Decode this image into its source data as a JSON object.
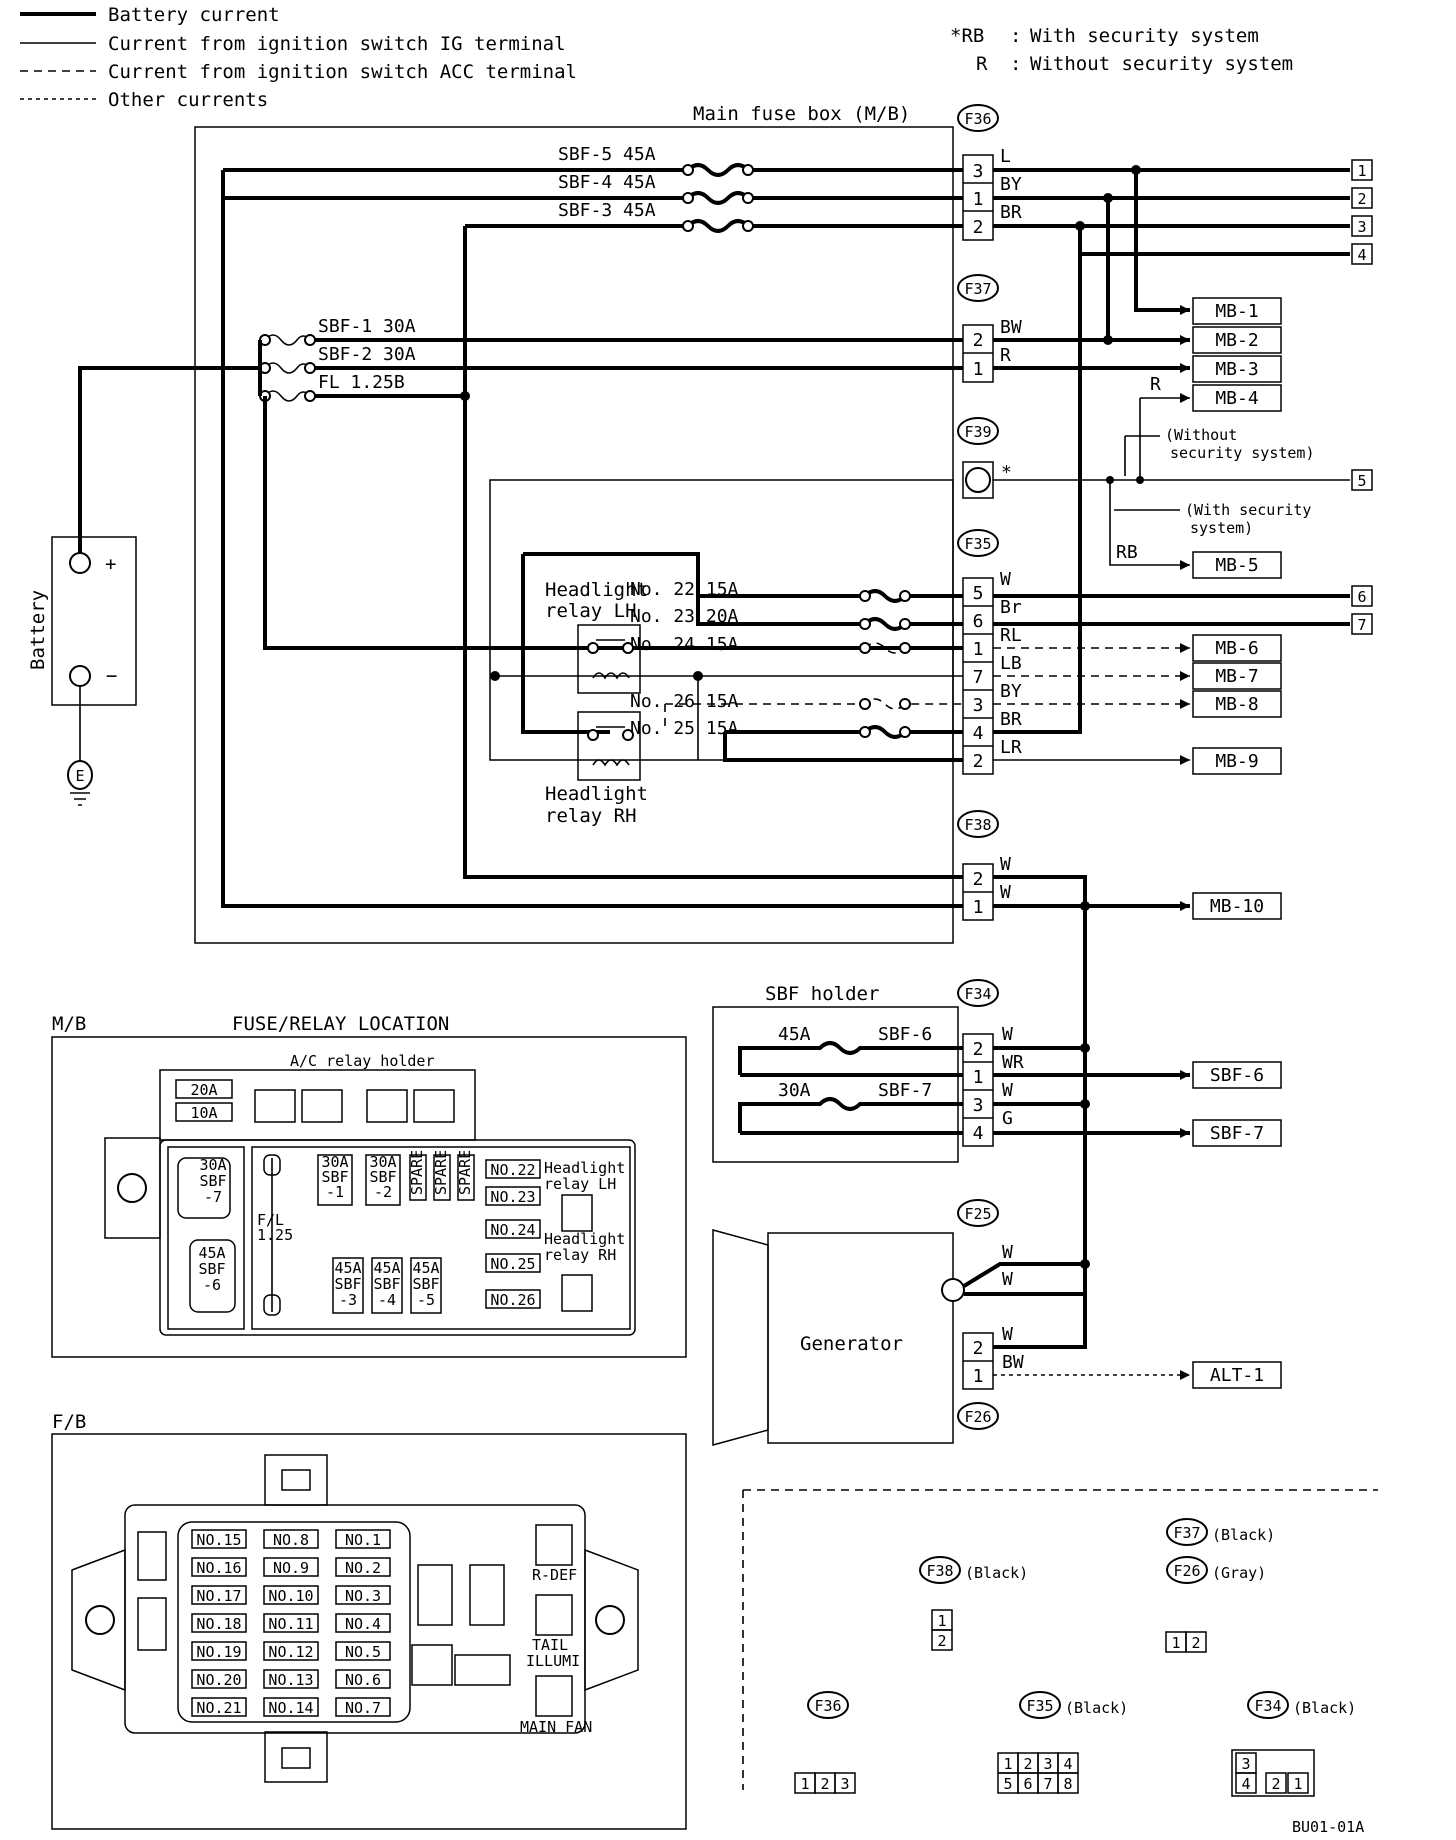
{
  "legend": [
    {
      "label": "Battery current"
    },
    {
      "label": "Current from ignition switch IG terminal"
    },
    {
      "label": "Current from ignition switch ACC terminal"
    },
    {
      "label": "Other currents"
    }
  ],
  "notes": [
    {
      "key": "*RB",
      "sep": ":",
      "text": "With security system"
    },
    {
      "key": "R",
      "sep": ":",
      "text": "Without security system"
    }
  ],
  "main_fuse_box_label": "Main fuse box (M/B)",
  "sbf_main": [
    "SBF-5 45A",
    "SBF-4 45A",
    "SBF-3 45A"
  ],
  "sbf_left": [
    "SBF-1 30A",
    "SBF-2 30A",
    "FL 1.25B"
  ],
  "battery": {
    "label": "Battery",
    "plus": "+",
    "minus": "−",
    "ground": "E"
  },
  "connectors": {
    "f36": "F36",
    "f37": "F37",
    "f39": "F39",
    "f35": "F35",
    "f38": "F38",
    "f34": "F34",
    "f25": "F25",
    "f26": "F26"
  },
  "f36_pins": [
    {
      "pin": "3",
      "color": "L"
    },
    {
      "pin": "1",
      "color": "BY"
    },
    {
      "pin": "2",
      "color": "BR"
    }
  ],
  "f37_pins": [
    {
      "pin": "2",
      "color": "BW"
    },
    {
      "pin": "1",
      "color": "R"
    }
  ],
  "f39_mark": "*",
  "f35_pins": [
    {
      "pin": "5",
      "color": "W"
    },
    {
      "pin": "6",
      "color": "Br"
    },
    {
      "pin": "1",
      "color": "RL"
    },
    {
      "pin": "7",
      "color": "LB"
    },
    {
      "pin": "3",
      "color": "BY"
    },
    {
      "pin": "4",
      "color": "BR"
    },
    {
      "pin": "2",
      "color": "LR"
    }
  ],
  "f38_pins": [
    {
      "pin": "2",
      "color": "W"
    },
    {
      "pin": "1",
      "color": "W"
    }
  ],
  "relay_fuses": [
    "No. 22 15A",
    "No. 23 20A",
    "No. 24 15A",
    "No. 26 15A",
    "No. 25 15A"
  ],
  "relays": {
    "lh": [
      "Headlight",
      "relay LH"
    ],
    "rh": [
      "Headlight",
      "relay RH"
    ]
  },
  "outputs": [
    "1",
    "2",
    "3",
    "4",
    "5",
    "6",
    "7"
  ],
  "mb_terminals": [
    "MB-1",
    "MB-2",
    "MB-3",
    "MB-4",
    "MB-5",
    "MB-6",
    "MB-7",
    "MB-8",
    "MB-9",
    "MB-10"
  ],
  "r_label": "R",
  "rb_label": "RB",
  "without_security": [
    "(Without",
    "security system)"
  ],
  "with_security": [
    "(With security",
    "system)"
  ],
  "sbf_holder": {
    "label": "SBF holder",
    "fuses": [
      {
        "rating": "45A",
        "name": "SBF-6"
      },
      {
        "rating": "30A",
        "name": "SBF-7"
      }
    ],
    "pins": [
      {
        "pin": "2",
        "color": "W"
      },
      {
        "pin": "1",
        "color": "WR"
      },
      {
        "pin": "3",
        "color": "W"
      },
      {
        "pin": "4",
        "color": "G"
      }
    ],
    "outputs": [
      "SBF-6",
      "SBF-7"
    ]
  },
  "generator": {
    "label": "Generator",
    "f25_colors": [
      "W",
      "W"
    ],
    "pins": [
      {
        "pin": "2",
        "color": "W"
      },
      {
        "pin": "1",
        "color": "BW"
      }
    ],
    "output": "ALT-1"
  },
  "mb_panel": {
    "tag": "M/B",
    "title": "FUSE/RELAY LOCATION",
    "ac_holder": "A/C relay holder",
    "small_fuses": [
      "20A",
      "10A"
    ],
    "big_fuses": [
      [
        "30A",
        "SBF",
        "-7"
      ],
      [
        "45A",
        "SBF",
        "-6"
      ]
    ],
    "fl": [
      "F/L",
      "1.25"
    ],
    "top_fuses": [
      [
        "30A",
        "SBF",
        "-1"
      ],
      [
        "30A",
        "SBF",
        "-2"
      ]
    ],
    "spares": [
      "SPARE",
      "SPARE",
      "SPARE"
    ],
    "bottom_fuses": [
      [
        "45A",
        "SBF",
        "-3"
      ],
      [
        "45A",
        "SBF",
        "-4"
      ],
      [
        "45A",
        "SBF",
        "-5"
      ]
    ],
    "nos": [
      "NO.22",
      "NO.23",
      "NO.24",
      "NO.25",
      "NO.26"
    ],
    "relay_lh": [
      "Headlight",
      "relay LH"
    ],
    "relay_rh": [
      "Headlight",
      "relay RH"
    ]
  },
  "fb_panel": {
    "tag": "F/B",
    "col1": [
      "NO.15",
      "NO.16",
      "NO.17",
      "NO.18",
      "NO.19",
      "NO.20",
      "NO.21"
    ],
    "col2": [
      "NO.8",
      "NO.9",
      "NO.10",
      "NO.11",
      "NO.12",
      "NO.13",
      "NO.14"
    ],
    "col3": [
      "NO.1",
      "NO.2",
      "NO.3",
      "NO.4",
      "NO.5",
      "NO.6",
      "NO.7"
    ],
    "relays": [
      "R-DEF",
      "TAIL",
      "ILLUMI",
      "MAIN FAN"
    ]
  },
  "connector_views": {
    "f38": {
      "id": "F38",
      "color": "(Black)",
      "pins": [
        "1",
        "2"
      ]
    },
    "f37": {
      "id": "F37",
      "color": "(Black)"
    },
    "f26": {
      "id": "F26",
      "color": "(Gray)",
      "pins": [
        "1",
        "2"
      ]
    },
    "f36": {
      "id": "F36",
      "pins": [
        "1",
        "2",
        "3"
      ]
    },
    "f35": {
      "id": "F35",
      "color": "(Black)",
      "pins": [
        "1",
        "2",
        "3",
        "4",
        "5",
        "6",
        "7",
        "8"
      ]
    },
    "f34": {
      "id": "F34",
      "color": "(Black)",
      "pins": [
        "3",
        "4",
        "2",
        "1"
      ]
    }
  },
  "code": "BU01-01A"
}
